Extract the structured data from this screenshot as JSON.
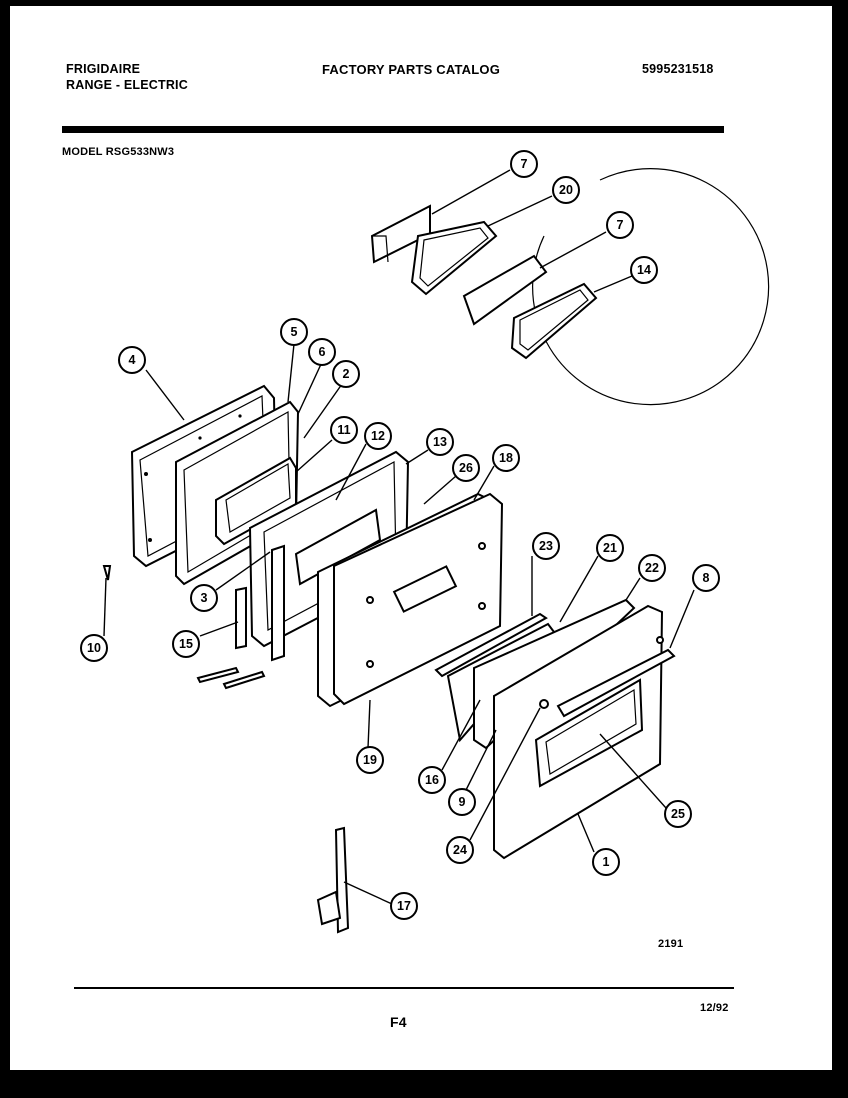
{
  "header": {
    "brand": "FRIGIDAIRE",
    "product": "RANGE - ELECTRIC",
    "catalog_title": "FACTORY PARTS CATALOG",
    "catalog_number": "5995231518",
    "model_label": "MODEL RSG533NW3"
  },
  "diagram": {
    "figure_code": "2191",
    "page_label": "F4",
    "date_code": "12/92",
    "callouts": [
      "7",
      "20",
      "7",
      "14",
      "5",
      "6",
      "2",
      "4",
      "11",
      "12",
      "13",
      "26",
      "18",
      "3",
      "23",
      "21",
      "22",
      "8",
      "10",
      "15",
      "19",
      "16",
      "9",
      "24",
      "25",
      "1",
      "17"
    ]
  }
}
